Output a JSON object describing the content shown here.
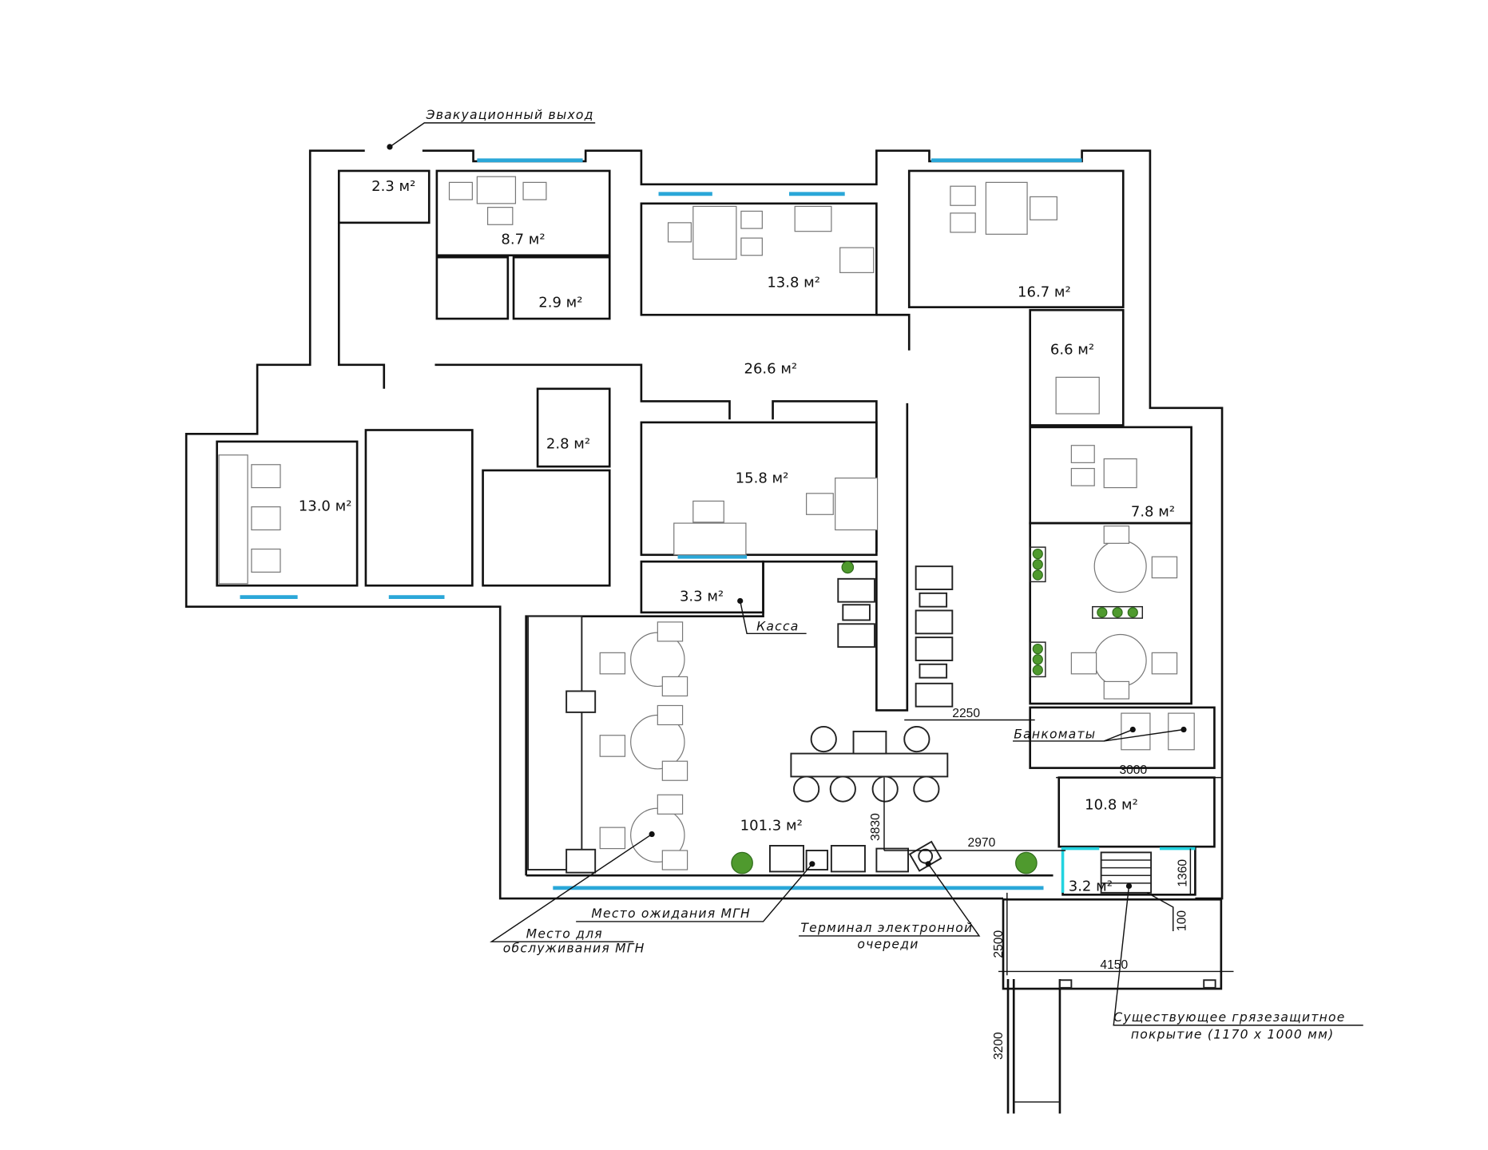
{
  "rooms": {
    "r1": "2.3 м²",
    "r2": "8.7 м²",
    "r3": "2.9 м²",
    "r4": "13.8 м²",
    "r5": "16.7 м²",
    "r6": "26.6 м²",
    "r7": "6.6 м²",
    "r8": "2.8 м²",
    "r9": "13.0 м²",
    "r10": "15.8 м²",
    "r11": "7.8 м²",
    "r12": "3.3 м²",
    "r13": "101.3 м²",
    "r14": "10.8 м²",
    "r15": "3.2 м²"
  },
  "labels": {
    "evac_exit": "Эвакуационный выход",
    "kassa": "Касса",
    "atms": "Банкоматы",
    "mgn_wait": "Место ожидания МГН",
    "mgn_service_1": "Место для",
    "mgn_service_2": "обслуживания МГН",
    "terminal_1": "Терминал электронной",
    "terminal_2": "очереди",
    "mat_1": "Существующее грязезащитное",
    "mat_2": "покрытие (1170 x 1000 мм)"
  },
  "dimensions": {
    "d2250": "2250",
    "d3000": "3000",
    "d3830": "3830",
    "d2970": "2970",
    "d1360": "1360",
    "d100": "100",
    "d2500": "2500",
    "d4150": "4150",
    "d3200": "3200"
  },
  "colors": {
    "window": "#2aa7d8",
    "entrance": "#22d3e0",
    "plant": "#4f9a2e"
  }
}
